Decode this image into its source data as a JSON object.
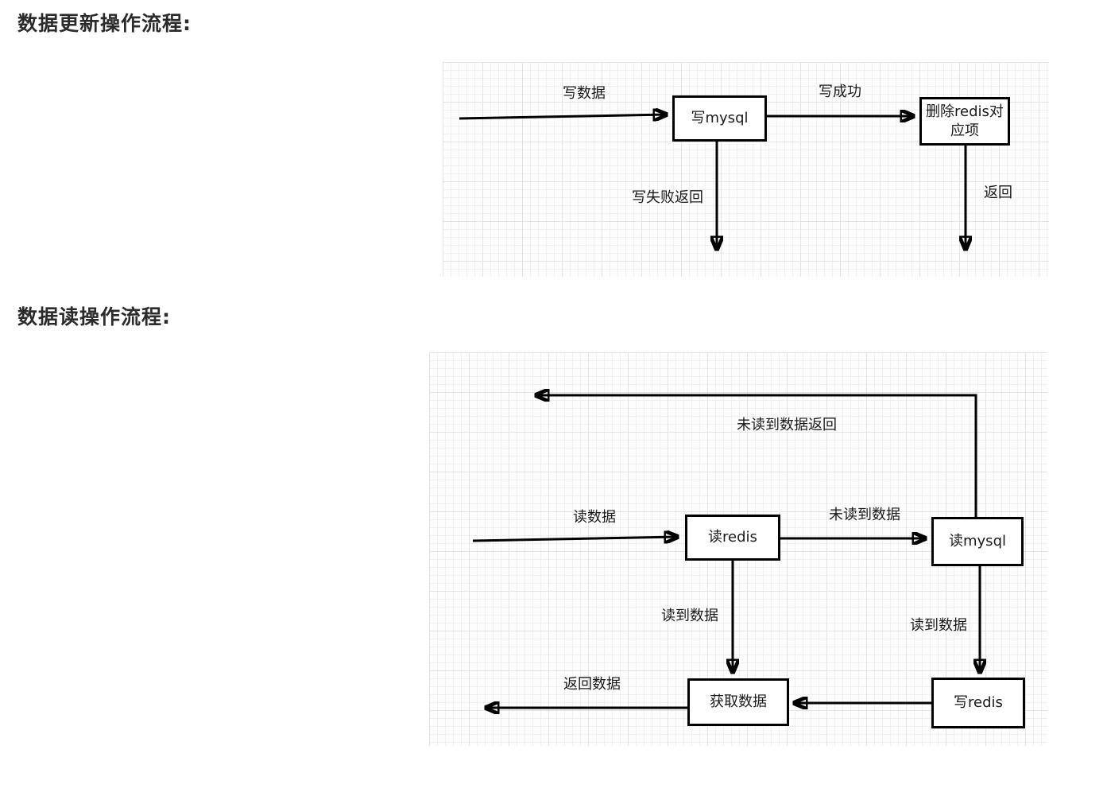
{
  "titles": {
    "update": "数据更新操作流程:",
    "read": "数据读操作流程:"
  },
  "colors": {
    "line": "#000000",
    "node_border": "#000000",
    "node_background": "#ffffff",
    "text": "#1a1a1a",
    "title_text": "#2b2b2b",
    "grid_major": "#e4e4e4",
    "grid_minor": "#f0f0f0",
    "canvas_background": "#fdfdfd",
    "page_background": "#ffffff"
  },
  "update_flow": {
    "nodes": {
      "write_mysql": {
        "label": "写mysql"
      },
      "delete_redis_entry": {
        "label": "删除redis对应项"
      }
    },
    "edges": {
      "write_data": {
        "label": "写数据"
      },
      "write_success": {
        "label": "写成功"
      },
      "write_fail_return": {
        "label": "写失败返回"
      },
      "return": {
        "label": "返回"
      }
    }
  },
  "read_flow": {
    "nodes": {
      "read_redis": {
        "label": "读redis"
      },
      "read_mysql": {
        "label": "读mysql"
      },
      "get_data": {
        "label": "获取数据"
      },
      "write_redis": {
        "label": "写redis"
      }
    },
    "edges": {
      "no_data_return": {
        "label": "未读到数据返回"
      },
      "read_data": {
        "label": "读数据"
      },
      "no_data": {
        "label": "未读到数据"
      },
      "got_data_from_redis": {
        "label": "读到数据"
      },
      "got_data_from_mysql": {
        "label": "读到数据"
      },
      "return_data": {
        "label": "返回数据"
      }
    }
  }
}
